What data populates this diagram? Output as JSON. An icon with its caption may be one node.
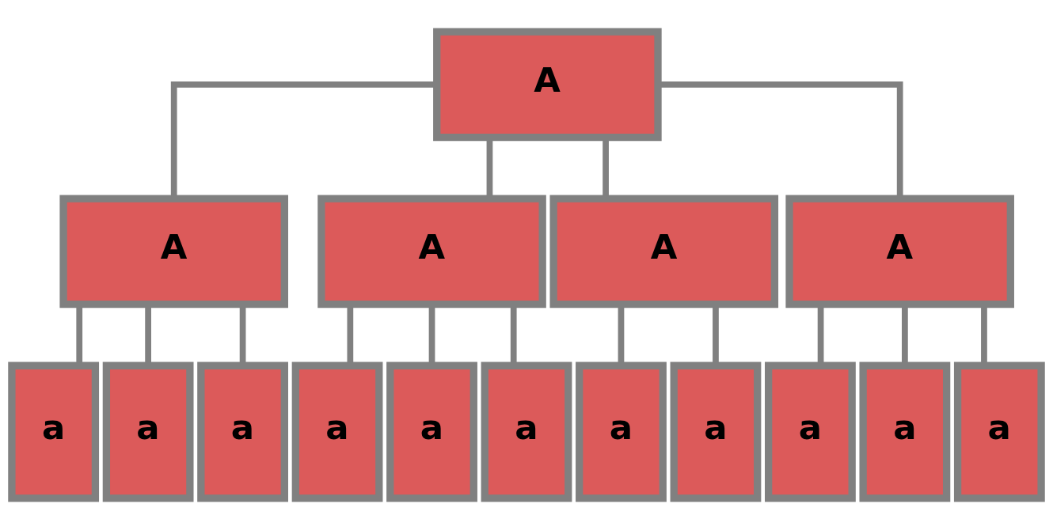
{
  "diagram": {
    "nodes": [
      {
        "text": [
          "A"
        ]
      },
      {
        "text": [
          "A"
        ]
      },
      {
        "text": [
          "A"
        ]
      },
      {
        "text": [
          "A"
        ]
      },
      {
        "text": [
          "A"
        ]
      },
      {
        "text": [
          "a"
        ]
      },
      {
        "text": [
          "a"
        ]
      },
      {
        "text": [
          "a"
        ]
      },
      {
        "text": [
          "a"
        ]
      },
      {
        "text": [
          "a"
        ]
      },
      {
        "text": [
          "a"
        ]
      },
      {
        "text": [
          "a"
        ]
      },
      {
        "text": [
          "a"
        ]
      },
      {
        "text": [
          "a"
        ]
      },
      {
        "text": [
          "a"
        ]
      },
      {
        "text": [
          "a"
        ]
      }
    ],
    "edges": [
      {
        "from": 0,
        "to": 1,
        "arrow": "none"
      },
      {
        "from": 0,
        "to": 2,
        "arrow": "none"
      },
      {
        "from": 0,
        "to": 3,
        "arrow": "none"
      },
      {
        "from": 0,
        "to": 4,
        "arrow": "none"
      },
      {
        "from": 1,
        "to": 5,
        "arrow": "none"
      },
      {
        "from": 1,
        "to": 6,
        "arrow": "none"
      },
      {
        "from": 1,
        "to": 7,
        "arrow": "none"
      },
      {
        "from": 2,
        "to": 8,
        "arrow": "none"
      },
      {
        "from": 2,
        "to": 9,
        "arrow": "none"
      },
      {
        "from": 2,
        "to": 10,
        "arrow": "none"
      },
      {
        "from": 3,
        "to": 11,
        "arrow": "none"
      },
      {
        "from": 3,
        "to": 12,
        "arrow": "none"
      },
      {
        "from": 4,
        "to": 13,
        "arrow": "none"
      },
      {
        "from": 4,
        "to": 14,
        "arrow": "none"
      },
      {
        "from": 4,
        "to": 15,
        "arrow": "none"
      }
    ]
  }
}
